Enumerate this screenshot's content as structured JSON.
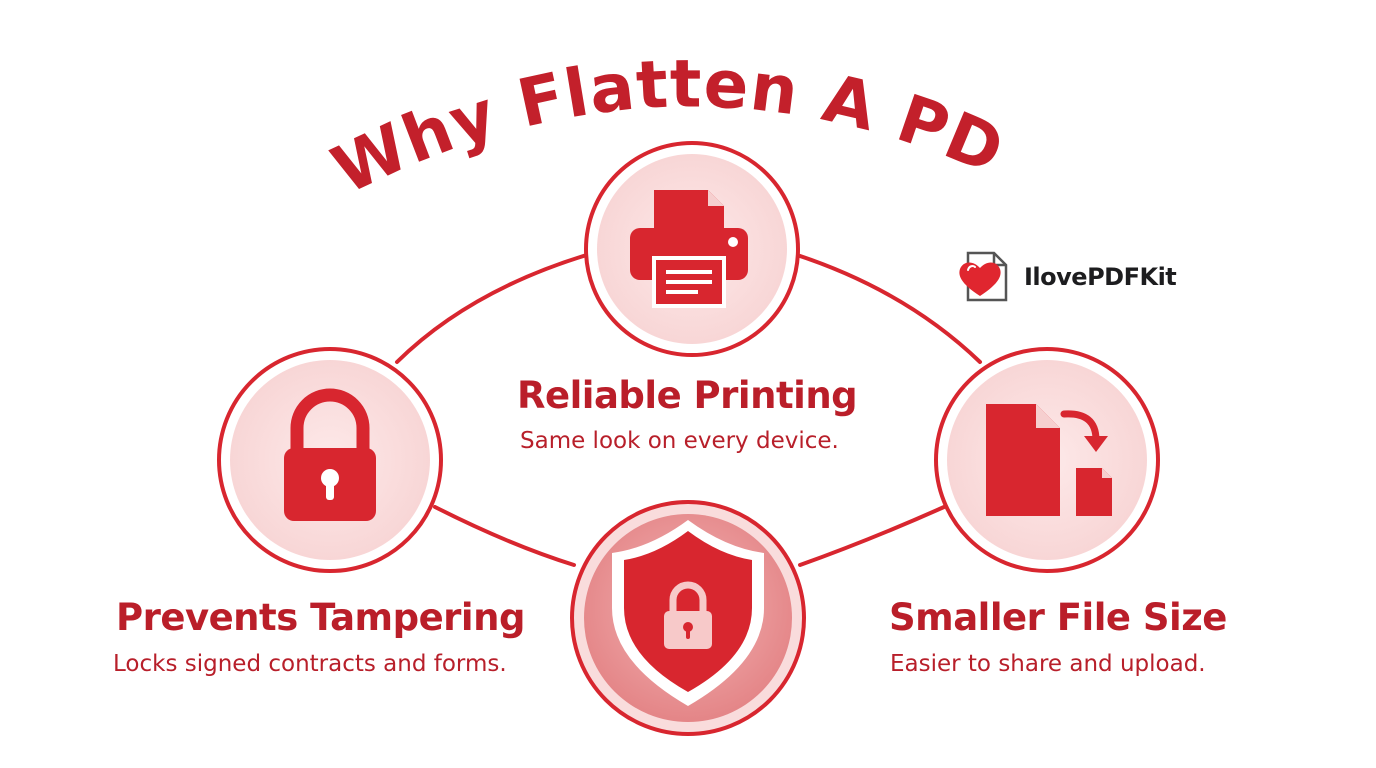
{
  "title": "Why Flatten A PDF",
  "brand": {
    "name": "IlovePDFKit",
    "logo_icon": "heart-document-icon"
  },
  "features": [
    {
      "id": "printing",
      "icon": "printer-icon",
      "title": "Reliable Printing",
      "description": "Same look on every device."
    },
    {
      "id": "tampering",
      "icon": "padlock-icon",
      "title": "Prevents Tampering",
      "description": "Locks signed contracts and forms."
    },
    {
      "id": "filesize",
      "icon": "file-shrink-icon",
      "title": "Smaller File Size",
      "description": "Easier to share and upload."
    },
    {
      "id": "security",
      "icon": "shield-lock-icon"
    }
  ],
  "colors": {
    "primary": "#d8262f",
    "dark": "#b81f2a",
    "circle_fill": "#fbe3e3",
    "center_fill": "#ea9a9b"
  }
}
